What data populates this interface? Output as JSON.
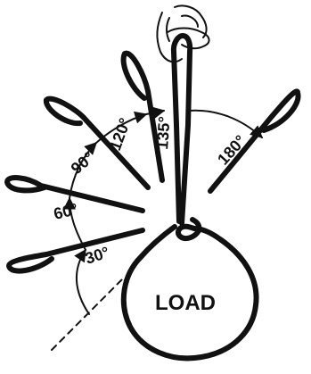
{
  "diagram": {
    "load_label": "LOAD",
    "angle_labels": [
      "30°",
      "60°",
      "90°",
      "120°",
      "135°",
      "180°"
    ]
  }
}
